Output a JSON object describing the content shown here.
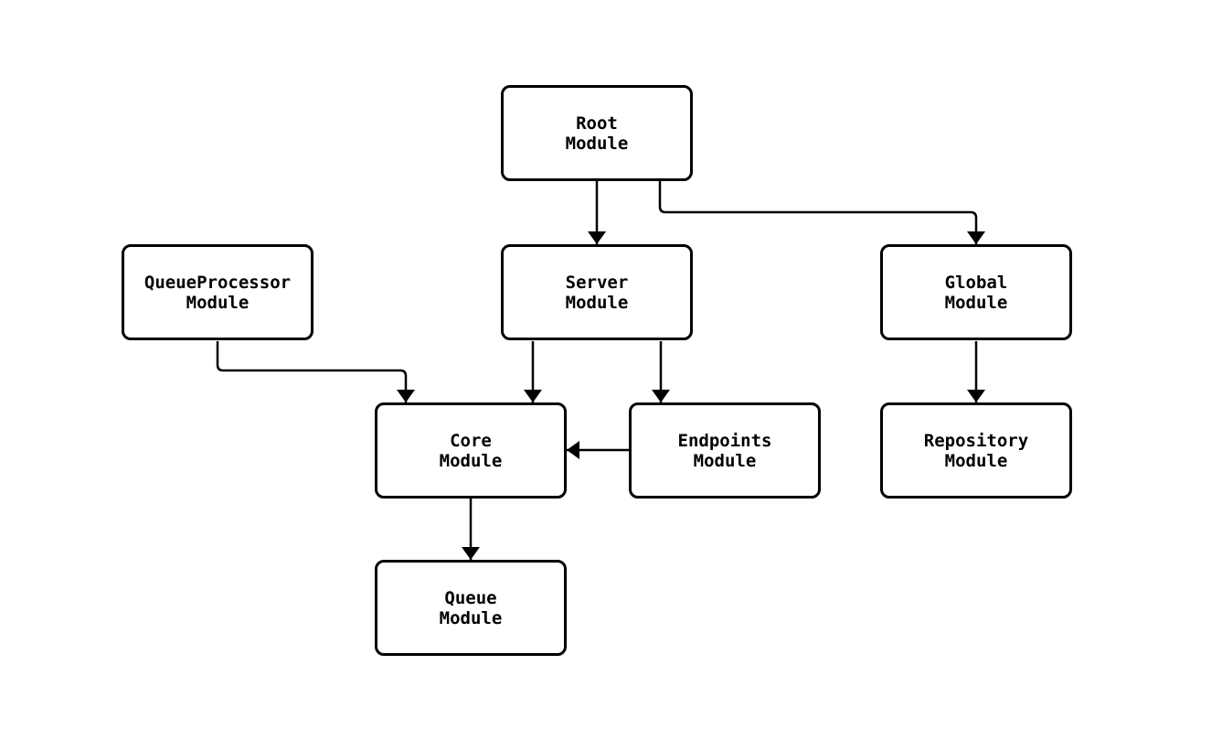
{
  "diagram": {
    "type": "flowchart",
    "background_color": "#ffffff",
    "line_color": "#000000",
    "text_color": "#000000",
    "nodes": [
      {
        "id": "root",
        "label": "Root\nModule"
      },
      {
        "id": "queueprocessor",
        "label": "QueueProcessor\nModule"
      },
      {
        "id": "server",
        "label": "Server\nModule"
      },
      {
        "id": "global",
        "label": "Global\nModule"
      },
      {
        "id": "core",
        "label": "Core\nModule"
      },
      {
        "id": "endpoints",
        "label": "Endpoints\nModule"
      },
      {
        "id": "repository",
        "label": "Repository\nModule"
      },
      {
        "id": "queue",
        "label": "Queue\nModule"
      }
    ],
    "edges": [
      {
        "from": "Root Module",
        "to": "Server Module"
      },
      {
        "from": "Root Module",
        "to": "Global Module"
      },
      {
        "from": "QueueProcessor Module",
        "to": "Core Module"
      },
      {
        "from": "Server Module",
        "to": "Core Module"
      },
      {
        "from": "Server Module",
        "to": "Endpoints Module"
      },
      {
        "from": "Endpoints Module",
        "to": "Core Module"
      },
      {
        "from": "Global Module",
        "to": "Repository Module"
      },
      {
        "from": "Core Module",
        "to": "Queue Module"
      }
    ]
  }
}
